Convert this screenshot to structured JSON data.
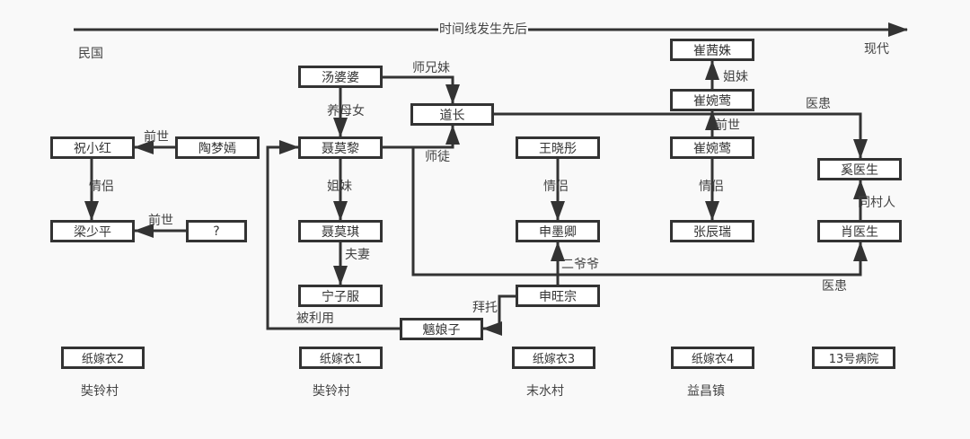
{
  "timeline": {
    "label": "时间线发生先后",
    "start": "民国",
    "end": "现代"
  },
  "nodes": {
    "zhu_xiaohong": "祝小红",
    "tao_mengyan": "陶梦嫣",
    "liang_shaoping": "梁少平",
    "unknown": "?",
    "tang_popo": "汤婆婆",
    "daozhang": "道长",
    "nie_moli": "聂莫黎",
    "nie_moqi": "聂莫琪",
    "ning_zifu": "宁子服",
    "chi_niangzi": "魑娘子",
    "wang_xiaotong": "王晓彤",
    "shen_moqing": "申墨卿",
    "shen_wangzong": "申旺宗",
    "cui_xishu": "崔茜姝",
    "cui_wanying_1": "崔婉莺",
    "cui_wanying_2": "崔婉莺",
    "zhang_chenrui": "张辰瑞",
    "xi_doctor": "奚医生",
    "xiao_doctor": "肖医生"
  },
  "edge_labels": {
    "qianshi_1": "前世",
    "qinglv_1": "情侣",
    "qianshi_2": "前世",
    "shixiongmei": "师兄妹",
    "yangmunv": "养母女",
    "shitu": "师徒",
    "jiemei_1": "姐妹",
    "fuqi": "夫妻",
    "beiliyong": "被利用",
    "baituo": "拜托",
    "qinglv_2": "情侣",
    "eryeye": "二爷爷",
    "jiemei_2": "姐妹",
    "qianshi_3": "前世",
    "qinglv_3": "情侣",
    "yihuan_1": "医患",
    "tongcunren": "同村人",
    "yihuan_2": "医患"
  },
  "games": [
    {
      "title": "纸嫁衣2",
      "place": "奘铃村"
    },
    {
      "title": "纸嫁衣1",
      "place": "奘铃村"
    },
    {
      "title": "纸嫁衣3",
      "place": "末水村"
    },
    {
      "title": "纸嫁衣4",
      "place": "益昌镇"
    },
    {
      "title": "13号病院",
      "place": ""
    }
  ]
}
